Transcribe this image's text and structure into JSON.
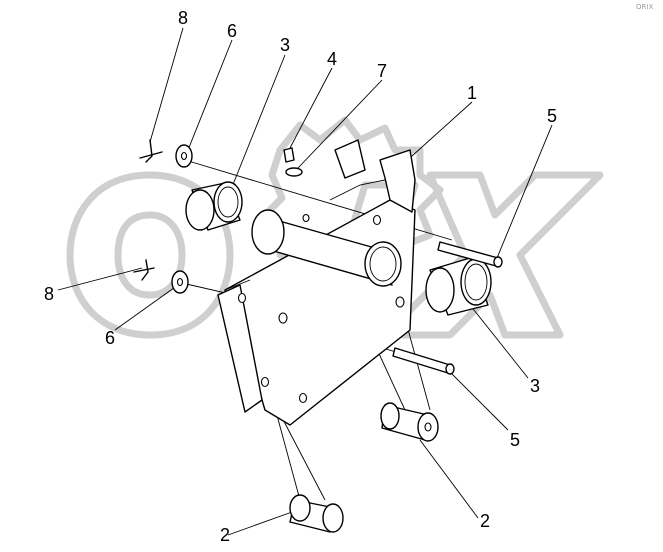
{
  "watermark": {
    "text": "ORIX",
    "color": "#d0d0d0"
  },
  "corner_mark": "ORIX",
  "callouts": [
    {
      "id": "c8a",
      "text": "8"
    },
    {
      "id": "c6a",
      "text": "6"
    },
    {
      "id": "c3a",
      "text": "3"
    },
    {
      "id": "c4",
      "text": "4"
    },
    {
      "id": "c7",
      "text": "7"
    },
    {
      "id": "c1",
      "text": "1"
    },
    {
      "id": "c5a",
      "text": "5"
    },
    {
      "id": "c8b",
      "text": "8"
    },
    {
      "id": "c6b",
      "text": "6"
    },
    {
      "id": "c3b",
      "text": "3"
    },
    {
      "id": "c5b",
      "text": "5"
    },
    {
      "id": "c2a",
      "text": "2"
    },
    {
      "id": "c2b",
      "text": "2"
    }
  ]
}
